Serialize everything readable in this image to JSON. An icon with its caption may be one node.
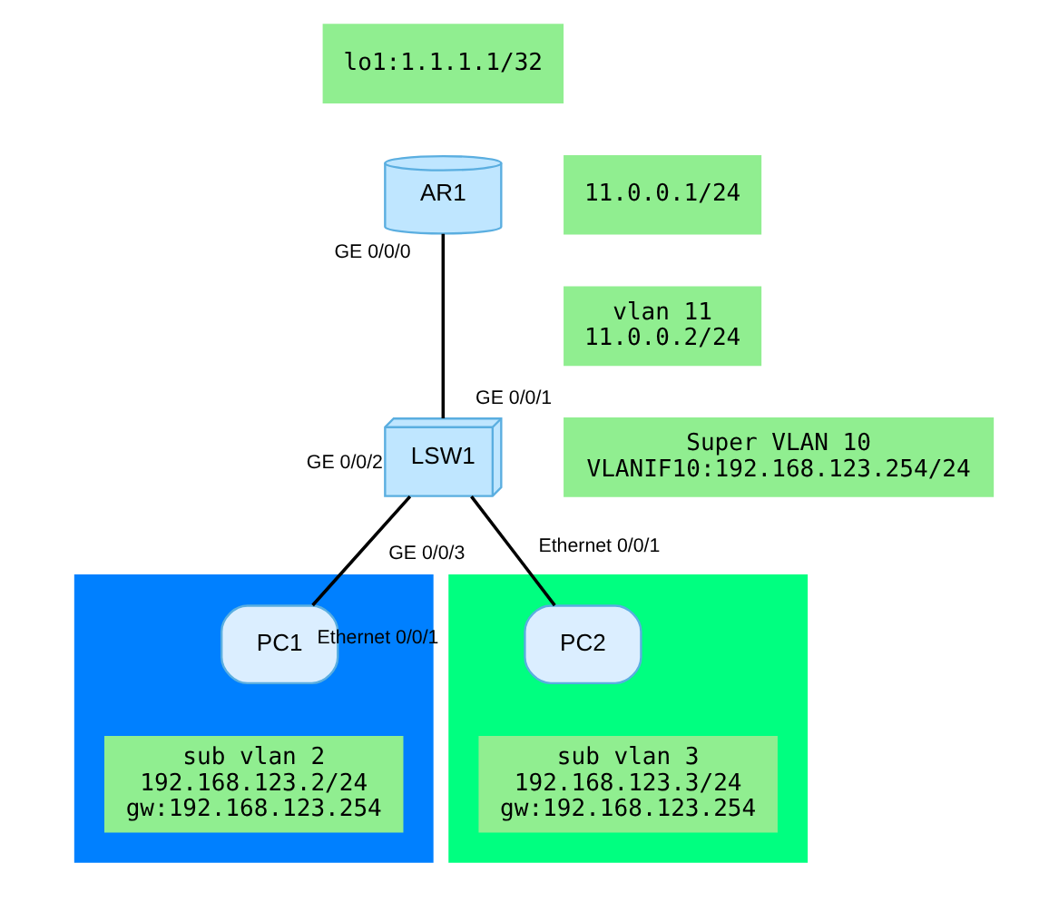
{
  "diagram": {
    "nodes": [
      {
        "text": [
          "lo1:1.1.1.1/32"
        ]
      },
      {
        "text": [
          "AR1"
        ],
        "beside": [
          "GE 0/0/0"
        ]
      },
      {
        "text": [
          "11.0.0.1/24"
        ]
      },
      {
        "text": [
          "vlan 11",
          "11.0.0.2/24"
        ]
      },
      {
        "text": [
          "LSW1"
        ],
        "beside": [
          "GE 0/0/1",
          "GE 0/0/2",
          "GE 0/0/3"
        ]
      },
      {
        "text": [
          "Super VLAN 10",
          "VLANIF10:192.168.123.254/24"
        ]
      },
      {
        "text": [],
        "shape": "box"
      },
      {
        "text": [
          "PC1"
        ],
        "in": 6,
        "beside": [
          "Ethernet 0/0/1"
        ]
      },
      {
        "text": [
          "sub vlan 2",
          "192.168.123.2/24",
          "gw:192.168.123.254"
        ],
        "in": 6
      },
      {
        "text": [],
        "shape": "box"
      },
      {
        "text": [
          "PC2"
        ],
        "in": 9,
        "beside": [
          "Ethernet 0/0/1"
        ]
      },
      {
        "text": [
          "sub vlan 3",
          "192.168.123.3/24",
          "gw:192.168.123.254"
        ],
        "in": 9
      }
    ],
    "edges": [
      {
        "from": 1,
        "to": 4,
        "arrow": "none"
      },
      {
        "from": 4,
        "to": 7,
        "arrow": "none"
      },
      {
        "from": 4,
        "to": 10,
        "arrow": "none"
      }
    ]
  }
}
